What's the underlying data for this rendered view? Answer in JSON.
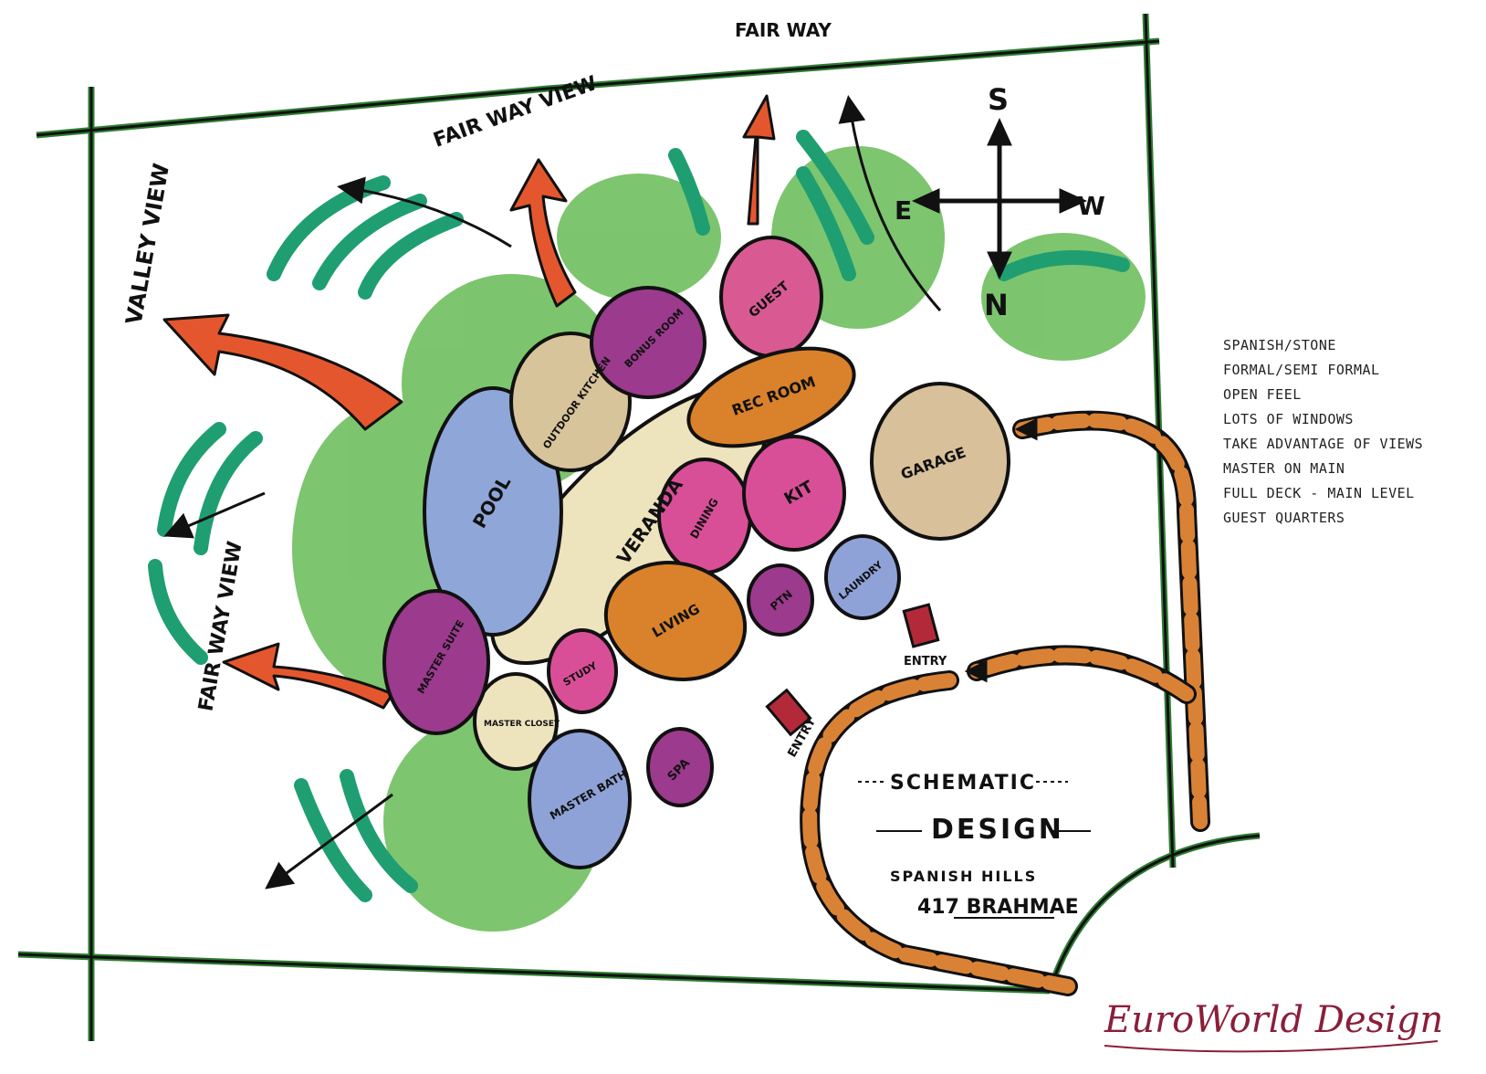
{
  "boundary_labels": {
    "top": "FAIR WAY",
    "fairway_view_top": "FAIR WAY VIEW",
    "valley_view": "VALLEY VIEW",
    "fairway_view_left": "FAIR WAY VIEW"
  },
  "compass": {
    "north": "N",
    "south": "S",
    "east": "E",
    "west": "W"
  },
  "rooms": [
    {
      "key": "guest",
      "label": "GUEST",
      "color": "#d95a92"
    },
    {
      "key": "bonus",
      "label": "BONUS ROOM",
      "color": "#9c3a8e"
    },
    {
      "key": "recroom",
      "label": "REC ROOM",
      "color": "#d9822b"
    },
    {
      "key": "outdoor",
      "label": "OUTDOOR KITCHEN",
      "color": "#d8c49a"
    },
    {
      "key": "pool",
      "label": "POOL",
      "color": "#8fa6d8"
    },
    {
      "key": "veranda",
      "label": "VERANDA",
      "color": "#ede3bd"
    },
    {
      "key": "garage",
      "label": "GARAGE",
      "color": "#d8c09a"
    },
    {
      "key": "dining",
      "label": "DINING",
      "color": "#d94f97"
    },
    {
      "key": "kit",
      "label": "KIT",
      "color": "#d94f97"
    },
    {
      "key": "laundry",
      "label": "LAUNDRY",
      "color": "#8fa2d8"
    },
    {
      "key": "ptn",
      "label": "PTN",
      "color": "#9c3a8e"
    },
    {
      "key": "living",
      "label": "LIVING",
      "color": "#d9822b"
    },
    {
      "key": "study",
      "label": "STUDY",
      "color": "#d94f97"
    },
    {
      "key": "master_closet",
      "label": "MASTER CLOSET",
      "color": "#ede3bd"
    },
    {
      "key": "master",
      "label": "MASTER SUITE",
      "color": "#9c3a8e"
    },
    {
      "key": "master_bath",
      "label": "MASTER BATH",
      "color": "#8fa2d8"
    },
    {
      "key": "spa",
      "label": "SPA",
      "color": "#9c3a8e"
    }
  ],
  "entries": {
    "foyer": "ENTRY",
    "side": "ENTRY"
  },
  "notes": [
    "SPANISH/STONE",
    "FORMAL/SEMI FORMAL",
    "OPEN FEEL",
    "LOTS OF WINDOWS",
    "TAKE ADVANTAGE OF VIEWS",
    "MASTER ON MAIN",
    "FULL DECK - MAIN LEVEL",
    "GUEST QUARTERS"
  ],
  "title_block": {
    "line1": "SCHEMATIC",
    "line2": "DESIGN",
    "line3": "SPANISH HILLS",
    "line4": "417 BRAHMAE"
  },
  "signature": "EuroWorld Design",
  "colors": {
    "arrow": "#e4572e",
    "green": "#4caf50",
    "teal": "#1f9e72",
    "drive": "#d98236",
    "boundary": "#2e7d32"
  }
}
